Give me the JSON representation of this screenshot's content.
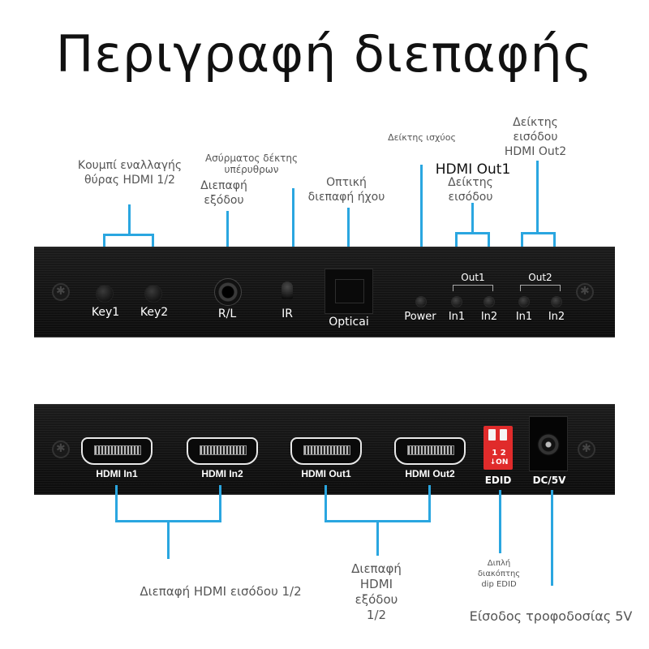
{
  "title": "Περιγραφή διεπαφής",
  "callouts": {
    "key_switch": [
      "Κουμπί εναλλαγής",
      "θύρας HDMI 1/2"
    ],
    "ir_receiver": [
      "Ασύρματος δέκτης",
      "υπέρυθρων"
    ],
    "audio_out": [
      "Διεπαφή",
      "εξόδου"
    ],
    "optical": [
      "Οπτική",
      "διεπαφή ήχου"
    ],
    "power_led": "Δείκτης ισχύος",
    "out1_big": "HDMI Out1",
    "out1_input": [
      "Δείκτης",
      "εισόδου"
    ],
    "out2_input": [
      "Δείκτης",
      "εισόδου",
      "HDMI Out2"
    ],
    "hdmi_inputs": "Διεπαφή HDMI εισόδου 1/2",
    "hdmi_outputs": [
      "Διεπαφή",
      "HDMI",
      "εξόδου",
      "1/2"
    ],
    "dip": [
      "Διπλή",
      "διακόπτης",
      "dip EDID"
    ],
    "power_input": "Είσοδος τροφοδοσίας 5V"
  },
  "front_panel": {
    "key1": "Key1",
    "key2": "Key2",
    "rl": "R/L",
    "ir": "IR",
    "optical": "Opticai",
    "power": "Power",
    "out1": "Out1",
    "out2": "Out2",
    "in1a": "In1",
    "in2a": "In2",
    "in1b": "In1",
    "in2b": "In2"
  },
  "rear_panel": {
    "hdmi_in1": "HDMI In1",
    "hdmi_in2": "HDMI In2",
    "hdmi_out1": "HDMI Out1",
    "hdmi_out2": "HDMI Out2",
    "dip_nums": "1  2",
    "dip_on": "↓ON",
    "edid": "EDID",
    "dc": "DC/5V"
  },
  "colors": {
    "accent_line": "#2aa6e0",
    "panel": "#111111",
    "dip_red": "#e02b2b"
  }
}
